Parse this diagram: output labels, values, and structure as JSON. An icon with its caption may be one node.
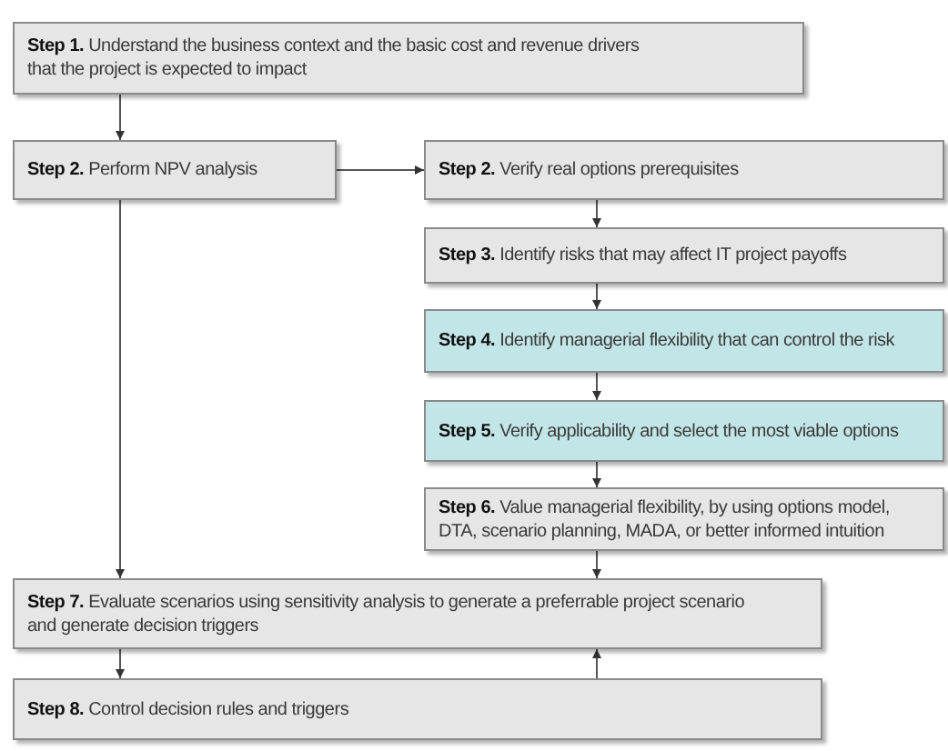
{
  "diagram": {
    "nodes": [
      {
        "text": [
          "**Step 1.** Understand the business context and the basic cost and revenue drivers that the project is expected to impact"
        ]
      },
      {
        "text": [
          "**Step 2.** Perform NPV analysis"
        ]
      },
      {
        "text": [
          "**Step 2.** Verify real options prerequisites"
        ]
      },
      {
        "text": [
          "**Step 3.** Identify risks that may affect IT project payoffs"
        ]
      },
      {
        "text": [
          "**Step 4.** Identify managerial flexibility that can control the risk"
        ]
      },
      {
        "text": [
          "**Step 5.** Verify applicability and select the most viable options"
        ]
      },
      {
        "text": [
          "**Step 6.** Value managerial flexibility, by using options model, DTA, scenario planning, MADA, or better informed intuition"
        ]
      },
      {
        "text": [
          "**Step 7.** Evaluate scenarios using sensitivity analysis to generate a preferrable project scenario and generate decision triggers"
        ]
      },
      {
        "text": [
          "**Step 8.** Control decision rules and triggers"
        ]
      }
    ],
    "edges": [
      {
        "from": 0,
        "to": 1,
        "arrow": "to"
      },
      {
        "from": 1,
        "to": 2,
        "arrow": "to"
      },
      {
        "from": 2,
        "to": 3,
        "arrow": "to"
      },
      {
        "from": 3,
        "to": 4,
        "arrow": "to"
      },
      {
        "from": 4,
        "to": 5,
        "arrow": "to"
      },
      {
        "from": 5,
        "to": 6,
        "arrow": "to"
      },
      {
        "from": 1,
        "to": 7,
        "arrow": "to"
      },
      {
        "from": 6,
        "to": 7,
        "arrow": "to"
      },
      {
        "from": 7,
        "to": 8,
        "arrow": "to"
      },
      {
        "from": 8,
        "to": 7,
        "arrow": "to"
      }
    ]
  }
}
